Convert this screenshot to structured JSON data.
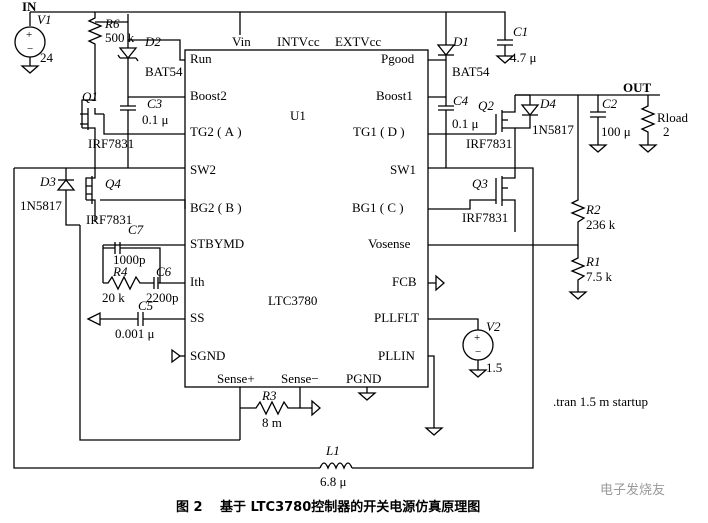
{
  "ic": {
    "name": "U1",
    "part": "LTC3780",
    "pins": {
      "vin": "Vin",
      "intvcc": "INTVcc",
      "extvcc": "EXTVcc",
      "run": "Run",
      "boost2": "Boost2",
      "tg2": "TG2 ( A )",
      "sw2": "SW2",
      "bg2": "BG2 ( B )",
      "stbymd": "STBYMD",
      "ith": "Ith",
      "ss": "SS",
      "sgnd": "SGND",
      "pgood": "Pgood",
      "boost1": "Boost1",
      "tg1": "TG1 ( D )",
      "sw1": "SW1",
      "bg1": "BG1 ( C )",
      "vosense": "Vosense",
      "fcb": "FCB",
      "pllflt": "PLLFLT",
      "pllin": "PLLIN",
      "sensep": "Sense+",
      "sensem": "Sense−",
      "pgnd": "PGND"
    }
  },
  "labels": {
    "in": "IN",
    "out": "OUT",
    "v1": "V1",
    "v1val": "24",
    "r6": "R6",
    "r6val": "500 k",
    "d2": "D2",
    "d2part": "BAT54",
    "d1": "D1",
    "d1part": "BAT54",
    "c1": "C1",
    "c1val": "4.7 μ",
    "q1": "Q1",
    "q1part": "IRF7831",
    "c3": "C3",
    "c3val": "0.1 μ",
    "c4": "C4",
    "c4val": "0.1 μ",
    "q2": "Q2",
    "q2part": "IRF7831",
    "d4": "D4",
    "d4part": "1N5817",
    "c2": "C2",
    "c2val": "100 μ",
    "rload": "Rload",
    "rloadval": "2",
    "d3": "D3",
    "d3part": "1N5817",
    "q4": "Q4",
    "q4part": "IRF7831",
    "q3": "Q3",
    "q3part": "IRF7831",
    "r2": "R2",
    "r2val": "236 k",
    "r1": "R1",
    "r1val": "7.5 k",
    "c7": "C7",
    "c7val": "1000p",
    "r4": "R4",
    "r4val": "20 k",
    "c6": "C6",
    "c6val": "2200p",
    "c5": "C5",
    "c5val": "0.001 μ",
    "v2": "V2",
    "v2val": "1.5",
    "r3": "R3",
    "r3val": "8 m",
    "l1": "L1",
    "l1val": "6.8 μ",
    "tran": ".tran 1.5 m startup"
  },
  "caption": {
    "fig": "图 2",
    "text": "基于 LTC3780控制器的开关电源仿真原理图"
  },
  "watermark": "电子发烧友"
}
